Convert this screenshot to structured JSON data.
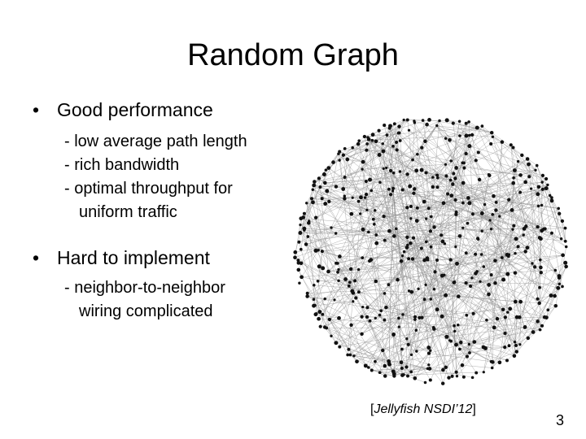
{
  "slide": {
    "title": "Random Graph",
    "bullets": [
      {
        "bullet_mark": "•",
        "text": "Good performance",
        "subitems": [
          {
            "text": "- low average path length"
          },
          {
            "text": "- rich bandwidth"
          },
          {
            "text": "- optimal throughput for",
            "continuation": "uniform traffic"
          }
        ]
      },
      {
        "bullet_mark": "•",
        "text": "Hard to implement",
        "subitems": [
          {
            "text": "- neighbor-to-neighbor",
            "continuation": "wiring complicated"
          }
        ]
      }
    ],
    "figure": {
      "kind": "random-network-graph",
      "node_color": "#111111",
      "edge_color": "#8a8a8a"
    },
    "citation": {
      "open": "[",
      "text": "Jellyfish NSDI’12",
      "close": "]"
    },
    "page_number": "3"
  }
}
